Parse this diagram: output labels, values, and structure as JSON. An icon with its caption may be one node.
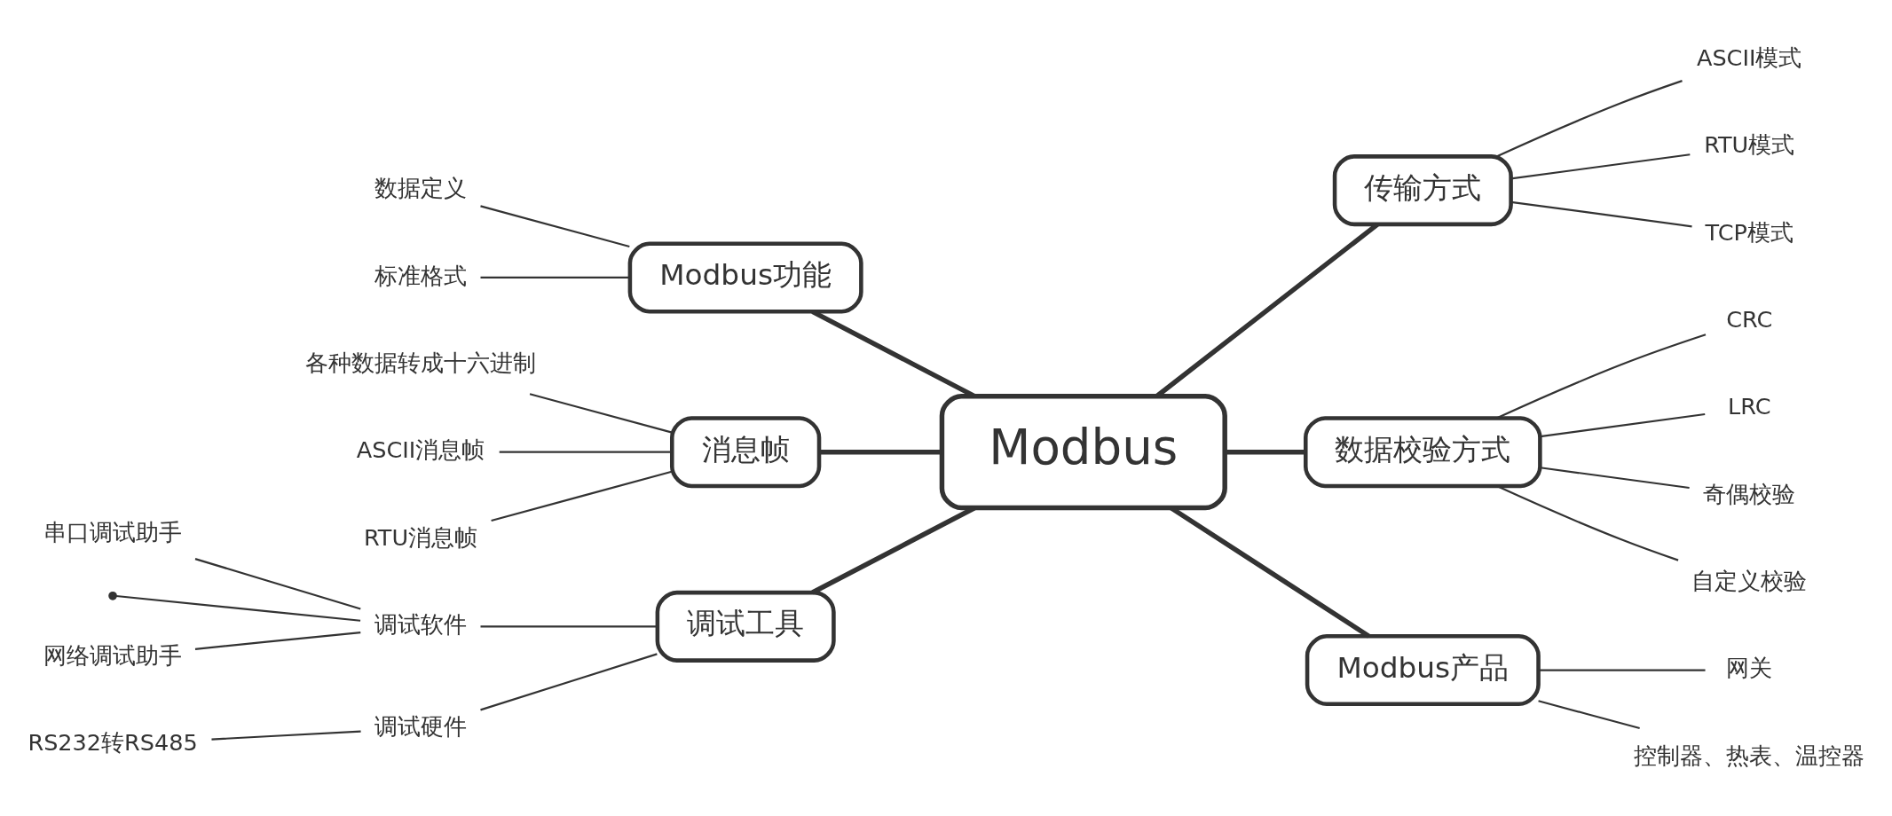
{
  "diagram": {
    "nodes": [
      {
        "text": [
          "Modbus"
        ]
      },
      {
        "text": [
          "Modbus功能"
        ]
      },
      {
        "text": [
          "数据定义"
        ]
      },
      {
        "text": [
          "标准格式"
        ]
      },
      {
        "text": [
          "消息帧"
        ]
      },
      {
        "text": [
          "各种数据转成十六进制"
        ]
      },
      {
        "text": [
          "ASCII消息帧"
        ]
      },
      {
        "text": [
          "RTU消息帧"
        ]
      },
      {
        "text": [
          "调试工具"
        ]
      },
      {
        "text": [
          "调试软件"
        ]
      },
      {
        "text": [
          "串口调试助手"
        ]
      },
      {
        "text": [],
        "shape": "point"
      },
      {
        "text": [
          "网络调试助手"
        ]
      },
      {
        "text": [
          "调试硬件"
        ]
      },
      {
        "text": [
          "RS232转RS485"
        ]
      },
      {
        "text": [
          "传输方式"
        ]
      },
      {
        "text": [
          "ASCII模式"
        ]
      },
      {
        "text": [
          "RTU模式"
        ]
      },
      {
        "text": [
          "TCP模式"
        ]
      },
      {
        "text": [
          "数据校验方式"
        ]
      },
      {
        "text": [
          "CRC"
        ]
      },
      {
        "text": [
          "LRC"
        ]
      },
      {
        "text": [
          "奇偶校验"
        ]
      },
      {
        "text": [
          "自定义校验"
        ]
      },
      {
        "text": [
          "Modbus产品"
        ]
      },
      {
        "text": [
          "网关"
        ]
      },
      {
        "text": [
          "控制器、热表、温控器"
        ]
      }
    ],
    "edges": [
      {
        "from": 1,
        "to": 0,
        "arrow": "none",
        "style": "thick"
      },
      {
        "from": 2,
        "to": 1,
        "arrow": "none"
      },
      {
        "from": 3,
        "to": 1,
        "arrow": "none"
      },
      {
        "from": 4,
        "to": 0,
        "arrow": "none",
        "style": "thick"
      },
      {
        "from": 5,
        "to": 4,
        "arrow": "none"
      },
      {
        "from": 6,
        "to": 4,
        "arrow": "none"
      },
      {
        "from": 7,
        "to": 4,
        "arrow": "none"
      },
      {
        "from": 8,
        "to": 0,
        "arrow": "none",
        "style": "thick"
      },
      {
        "from": 9,
        "to": 8,
        "arrow": "none"
      },
      {
        "from": 10,
        "to": 9,
        "arrow": "none"
      },
      {
        "from": 11,
        "to": 9,
        "arrow": "none"
      },
      {
        "from": 12,
        "to": 9,
        "arrow": "none"
      },
      {
        "from": 13,
        "to": 8,
        "arrow": "none"
      },
      {
        "from": 14,
        "to": 13,
        "arrow": "none"
      },
      {
        "from": 0,
        "to": 15,
        "arrow": "none",
        "style": "thick"
      },
      {
        "from": 15,
        "to": 16,
        "arrow": "none"
      },
      {
        "from": 15,
        "to": 17,
        "arrow": "none"
      },
      {
        "from": 15,
        "to": 18,
        "arrow": "none"
      },
      {
        "from": 0,
        "to": 19,
        "arrow": "none",
        "style": "thick"
      },
      {
        "from": 19,
        "to": 20,
        "arrow": "none"
      },
      {
        "from": 19,
        "to": 21,
        "arrow": "none"
      },
      {
        "from": 19,
        "to": 22,
        "arrow": "none"
      },
      {
        "from": 19,
        "to": 23,
        "arrow": "none"
      },
      {
        "from": 0,
        "to": 24,
        "arrow": "none",
        "style": "thick"
      },
      {
        "from": 24,
        "to": 25,
        "arrow": "none"
      },
      {
        "from": 24,
        "to": 26,
        "arrow": "none"
      }
    ]
  }
}
